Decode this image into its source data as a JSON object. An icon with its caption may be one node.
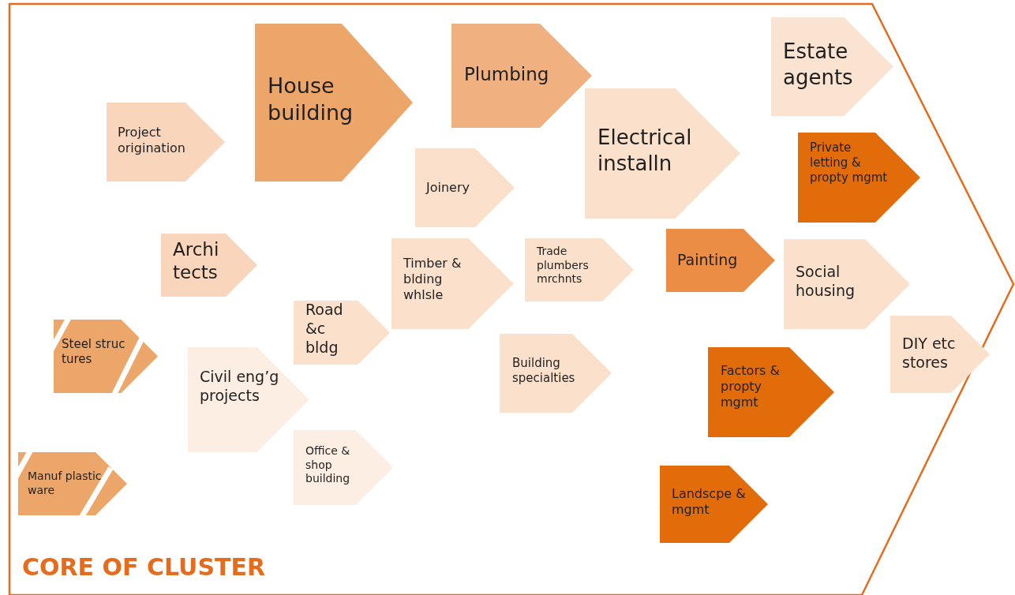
{
  "diagram": {
    "nodes": [
      {
        "text": [
          "CORE OF CLUSTER"
        ]
      },
      {
        "text": [
          "Project origination"
        ],
        "in": 0
      },
      {
        "text": [
          "House building"
        ],
        "in": 0
      },
      {
        "text": [
          "Plumbing"
        ],
        "in": 0
      },
      {
        "text": [
          "Estate agents"
        ],
        "in": 0
      },
      {
        "text": [
          "Joinery"
        ],
        "in": 0
      },
      {
        "text": [
          "Electrical installn"
        ],
        "in": 0
      },
      {
        "text": [
          "Private letting & propty mgmt"
        ],
        "in": 0
      },
      {
        "text": [
          "Archi tects"
        ],
        "in": 0
      },
      {
        "text": [
          "Timber & blding whlsle"
        ],
        "in": 0
      },
      {
        "text": [
          "Trade plumbers mrchnts"
        ],
        "in": 0
      },
      {
        "text": [
          "Painting"
        ],
        "in": 0
      },
      {
        "text": [
          "Social housing"
        ],
        "in": 0
      },
      {
        "text": [
          "Steel struc tures"
        ],
        "in": 0
      },
      {
        "text": [
          "Road &c bldg"
        ],
        "in": 0
      },
      {
        "text": [
          "Civil eng’g projects"
        ],
        "in": 0
      },
      {
        "text": [
          "Building specialties"
        ],
        "in": 0
      },
      {
        "text": [
          "DIY etc stores"
        ],
        "in": 0
      },
      {
        "text": [
          "Factors & propty mgmt"
        ],
        "in": 0
      },
      {
        "text": [
          "Office & shop building"
        ],
        "in": 0
      },
      {
        "text": [
          "Manuf plastic ware"
        ],
        "in": 0
      },
      {
        "text": [
          "Landscpe & mgmt"
        ],
        "in": 0
      }
    ]
  }
}
